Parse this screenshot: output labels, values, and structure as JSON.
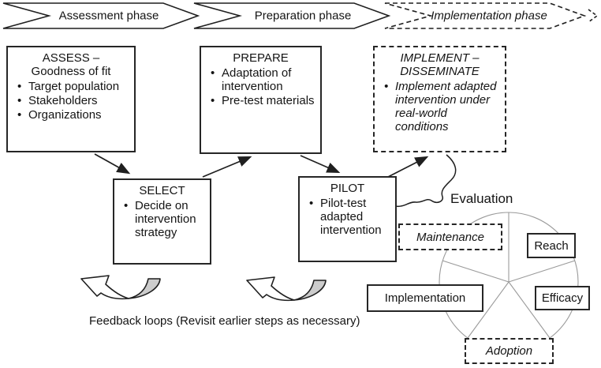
{
  "phases": [
    {
      "label": "Assessment phase"
    },
    {
      "label": "Preparation phase"
    },
    {
      "label": "Implementation phase"
    }
  ],
  "boxes": {
    "assess": {
      "title_lines": [
        "ASSESS –",
        "Goodness of fit"
      ],
      "bullets": [
        "Target population",
        "Stakeholders",
        "Organizations"
      ]
    },
    "prepare": {
      "title_lines": [
        "PREPARE"
      ],
      "bullets": [
        "Adaptation of intervention",
        "Pre-test materials"
      ]
    },
    "implement": {
      "title_lines": [
        "IMPLEMENT –",
        "DISSEMINATE"
      ],
      "bullets": [
        "Implement adapted intervention under real-world conditions"
      ]
    },
    "select": {
      "title_lines": [
        "SELECT"
      ],
      "bullets": [
        "Decide on intervention strategy"
      ]
    },
    "pilot": {
      "title_lines": [
        "PILOT"
      ],
      "bullets": [
        "Pilot-test adapted intervention"
      ]
    }
  },
  "evaluation": {
    "title": "Evaluation",
    "wheel_labels": {
      "reach": "Reach",
      "efficacy": "Efficacy",
      "adoption": "Adoption",
      "implementation": "Implementation",
      "maintenance": "Maintenance"
    }
  },
  "caption": "Feedback loops (Revisit earlier steps as necessary)",
  "colors": {
    "line": "#1f1f1f",
    "wheel_stroke": "#9a9a9a",
    "swoosh_fill": "#cccccc"
  }
}
